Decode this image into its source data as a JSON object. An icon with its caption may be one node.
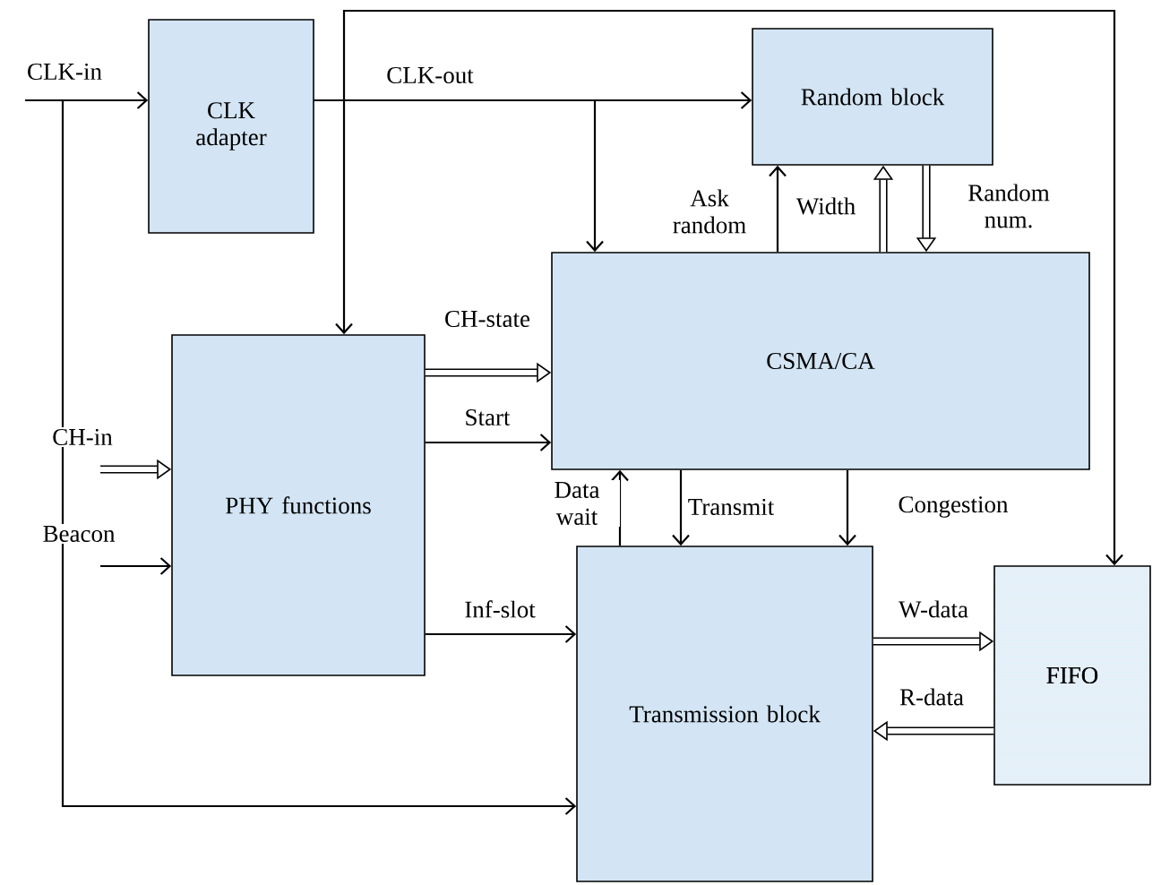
{
  "diagram": {
    "nodes": [
      {
        "text": [
          "CLK adapter"
        ]
      },
      {
        "text": [
          "Random block"
        ]
      },
      {
        "text": [
          "CSMA/CA"
        ]
      },
      {
        "text": [
          "PHY functions"
        ]
      },
      {
        "text": [
          "Transmission block"
        ]
      },
      {
        "text": [
          "FIFO"
        ]
      }
    ],
    "edges": [
      {
        "from": null,
        "to": 0,
        "arrow": "to",
        "label": "CLK-in"
      },
      {
        "from": null,
        "to": 4,
        "arrow": "to"
      },
      {
        "from": 0,
        "to": 1,
        "arrow": "to",
        "label": "CLK-out"
      },
      {
        "from": 0,
        "to": 2,
        "arrow": "to"
      },
      {
        "from": 0,
        "to": 3,
        "arrow": "to"
      },
      {
        "from": 0,
        "to": 5,
        "arrow": "to"
      },
      {
        "from": 3,
        "to": 2,
        "arrow": "to",
        "label": "CH-state",
        "style": "thick"
      },
      {
        "from": 3,
        "to": 2,
        "arrow": "to",
        "label": "Start"
      },
      {
        "from": null,
        "to": 3,
        "arrow": "to",
        "label": "CH-in",
        "style": "thick"
      },
      {
        "from": null,
        "to": 3,
        "arrow": "to",
        "label": "Beacon"
      },
      {
        "from": 3,
        "to": 4,
        "arrow": "to",
        "label": "Inf-slot"
      },
      {
        "from": 4,
        "to": 2,
        "arrow": "to",
        "label": "Data wait"
      },
      {
        "from": 2,
        "to": 4,
        "arrow": "to",
        "label": "Transmit"
      },
      {
        "from": 2,
        "to": 4,
        "arrow": "to",
        "label": "Congestion"
      },
      {
        "from": 2,
        "to": 1,
        "arrow": "to",
        "label": "Ask random"
      },
      {
        "from": 2,
        "to": 1,
        "arrow": "to",
        "label": "Width",
        "style": "thick"
      },
      {
        "from": 1,
        "to": 2,
        "arrow": "to",
        "label": "Random num.",
        "style": "thick"
      },
      {
        "from": 4,
        "to": 5,
        "arrow": "to",
        "label": "W-data",
        "style": "thick"
      },
      {
        "from": 5,
        "to": 4,
        "arrow": "to",
        "label": "R-data",
        "style": "thick"
      }
    ]
  }
}
